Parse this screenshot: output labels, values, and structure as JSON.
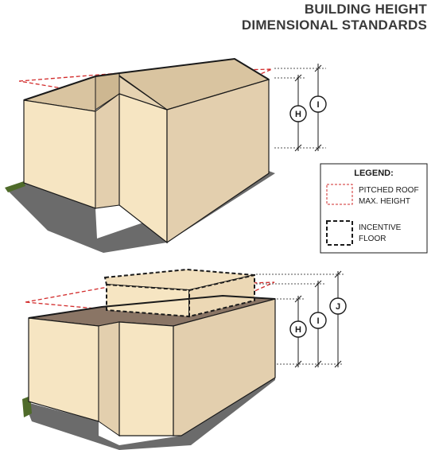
{
  "title": {
    "line1": "BUILDING HEIGHT",
    "line2": "DIMENSIONAL STANDARDS"
  },
  "legend": {
    "heading": "LEGEND:",
    "pitched_line1": "PITCHED ROOF",
    "pitched_line2": "MAX. HEIGHT",
    "incentive_line1": "INCENTIVE",
    "incentive_line2": "FLOOR"
  },
  "dimensions": {
    "top": [
      "H",
      "I"
    ],
    "bottom": [
      "H",
      "I",
      "J"
    ]
  },
  "colors": {
    "wall_light": "#f6e5c2",
    "wall_shade": "#e3cfae",
    "roof": "#d9c4a0",
    "flat_roof": "#8a7565",
    "shadow": "#6b6b6b",
    "grass": "#4f6b2a",
    "red_dash": "#d22b2b",
    "outline": "#1a1a1a"
  }
}
